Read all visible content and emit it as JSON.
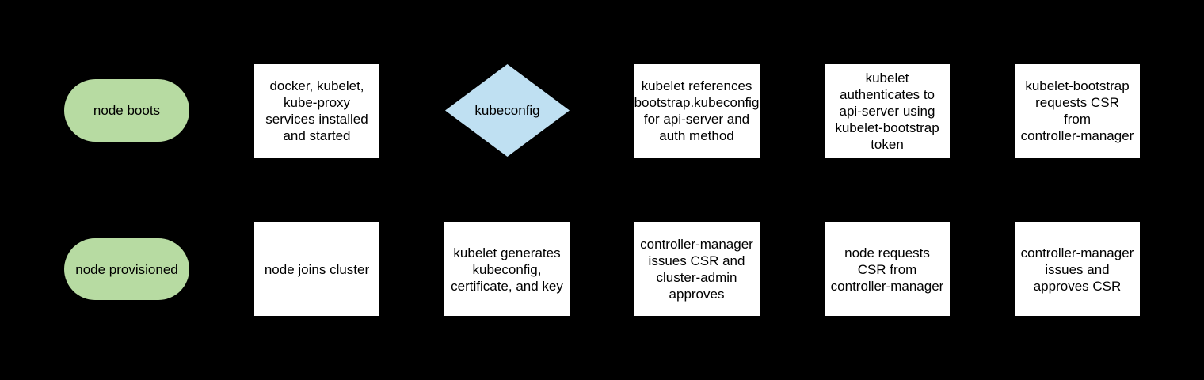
{
  "canvas": {
    "background": "#000000"
  },
  "palette": {
    "terminal_fill": "#b7dba2",
    "process_fill": "#ffffff",
    "decision_fill": "#bfe0f2",
    "text_color": "#000000"
  },
  "nodes": {
    "node_boots": {
      "shape": "terminal",
      "label": "node boots"
    },
    "services_installed": {
      "shape": "process",
      "label": "docker, kubelet,\nkube-proxy\nservices installed\nand started"
    },
    "kubeconfig": {
      "shape": "decision",
      "label": "kubeconfig"
    },
    "kubelet_references": {
      "shape": "process",
      "label": "kubelet references\nbootstrap.kubeconfig\nfor api-server and\nauth method"
    },
    "kubelet_authenticates": {
      "shape": "process",
      "label": "kubelet\nauthenticates to\napi-server using\nkubelet-bootstrap\ntoken"
    },
    "bootstrap_requests_csr": {
      "shape": "process",
      "label": "kubelet-bootstrap\nrequests CSR\nfrom\ncontroller-manager"
    },
    "node_provisioned": {
      "shape": "terminal",
      "label": "node provisioned"
    },
    "node_joins_cluster": {
      "shape": "process",
      "label": "node joins cluster"
    },
    "kubelet_generates": {
      "shape": "process",
      "label": "kubelet generates\nkubeconfig,\ncertificate, and key"
    },
    "cm_issues_admin_approves": {
      "shape": "process",
      "label": "controller-manager\nissues CSR and\ncluster-admin\napproves"
    },
    "node_requests_csr": {
      "shape": "process",
      "label": "node requests\nCSR from\ncontroller-manager"
    },
    "cm_issues_and_approves": {
      "shape": "process",
      "label": "controller-manager\nissues and\napproves CSR"
    }
  }
}
